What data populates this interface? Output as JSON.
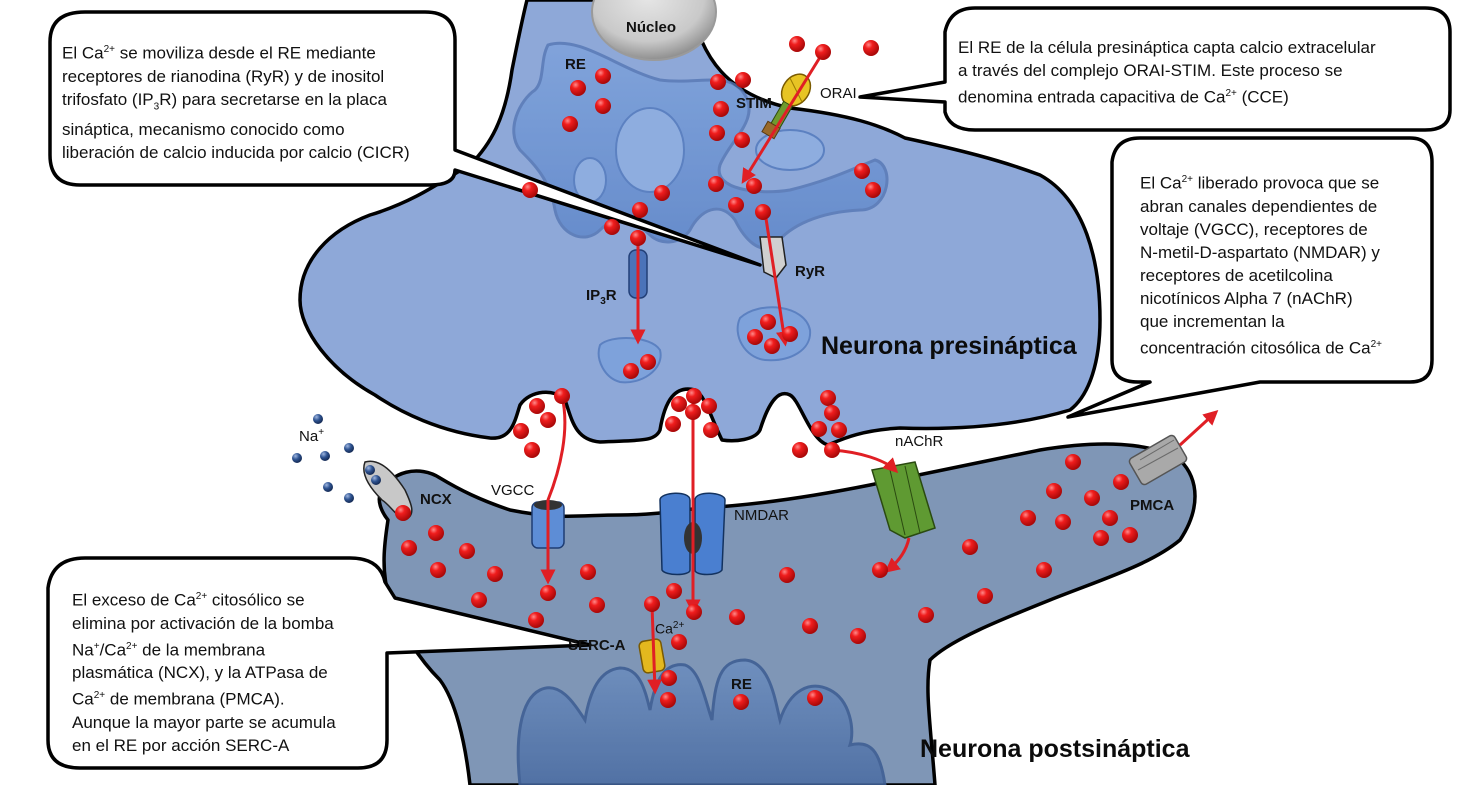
{
  "diagram": {
    "title_presynaptic": "Neurona presináptica",
    "title_postsynaptic": "Neurona postsináptica",
    "colors": {
      "presynaptic_fill": "#8ea8d8",
      "postsynaptic_fill": "#7f96b6",
      "er_fill": "#6d93cf",
      "calcium_ion": "#e8181c",
      "sodium_ion": "#2d4f86",
      "arrow": "#e01f25",
      "outline": "#000000",
      "orai": "#e7c424",
      "stim": "#6f9a2e",
      "nachr": "#5f9a32",
      "channel_blue": "#4f7fcf",
      "pump_gray": "#a9a9a9",
      "serca": "#e3b81e"
    },
    "labels": {
      "nucleus": "Núcleo",
      "re_pre": "RE",
      "stim": "STIM",
      "orai": "ORAI",
      "ryr": "RyR",
      "ip3r_main": "IP",
      "ip3r_sub": "3",
      "ip3r_end": "R",
      "na_main": "Na",
      "na_sup": "+",
      "ncx": "NCX",
      "vgcc": "VGCC",
      "nmdar": "NMDAR",
      "nachr": "nAChR",
      "pmca": "PMCA",
      "serca": "SERC-A",
      "ca_main": "Ca",
      "ca_sup": "2+",
      "re_post": "RE"
    },
    "callouts": {
      "cicr": {
        "l1_a": "El Ca",
        "l1_sup": "2+",
        "l1_b": " se moviliza desde el RE mediante",
        "l2": "receptores de rianodina (RyR) y de inositol",
        "l3_a": "trifosfato (IP",
        "l3_sub": "3",
        "l3_b": "R) para secretarse en la placa",
        "l4": "sináptica, mecanismo conocido como",
        "l5": "liberación de calcio inducida por calcio (CICR)"
      },
      "cce": {
        "l1": "El RE de la célula presináptica capta calcio extracelular",
        "l2": "a través del complejo ORAI-STIM. Este proceso se",
        "l3_a": "denomina entrada capacitiva de Ca",
        "l3_sup": "2+",
        "l3_b": " (CCE)"
      },
      "receptors": {
        "l1_a": "El Ca",
        "l1_sup": "2+",
        "l1_b": " liberado provoca que se",
        "l2": "abran canales dependientes de",
        "l3": "voltaje (VGCC), receptores de",
        "l4": "N-metil-D-aspartato (NMDAR) y",
        "l5": "receptores de acetilcolina",
        "l6": "nicotínicos Alpha 7 (nAChR)",
        "l7": "que incrementan la",
        "l8_a": "concentración citosólica de Ca",
        "l8_sup": "2+"
      },
      "removal": {
        "l1_a": "El exceso de Ca",
        "l1_sup": "2+",
        "l1_b": " citosólico se",
        "l2": "elimina por activación de la bomba",
        "l3_a": "Na",
        "l3_sup1": "+",
        "l3_b": "/Ca",
        "l3_sup2": "2+",
        "l3_c": " de la membrana",
        "l4": "plasmática (NCX), y la ATPasa de",
        "l5_a": "Ca",
        "l5_sup": "2+",
        "l5_b": " de membrana (PMCA).",
        "l6": "Aunque la mayor parte se acumula",
        "l7": "en el RE por acción SERC-A"
      }
    }
  }
}
